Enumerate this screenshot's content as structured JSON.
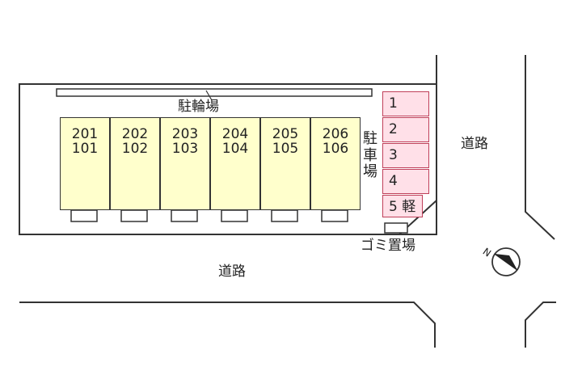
{
  "labels": {
    "bicycle_parking": "駐輪場",
    "parking_vertical": [
      "駐",
      "車",
      "場"
    ],
    "road_right": "道路",
    "road_bottom": "道路",
    "garbage": "ゴミ置場"
  },
  "units": [
    {
      "upper": "201",
      "lower": "101"
    },
    {
      "upper": "202",
      "lower": "102"
    },
    {
      "upper": "203",
      "lower": "103"
    },
    {
      "upper": "204",
      "lower": "104"
    },
    {
      "upper": "205",
      "lower": "105"
    },
    {
      "upper": "206",
      "lower": "106"
    }
  ],
  "parking_spaces": [
    {
      "label": "1"
    },
    {
      "label": "2"
    },
    {
      "label": "3"
    },
    {
      "label": "4"
    },
    {
      "label": "5 軽"
    }
  ],
  "compass": {
    "north_label": "N"
  },
  "colors": {
    "unit_fill": "#ffffcc",
    "parking_fill": "#ffe0e8",
    "parking_stroke": "#c0405a",
    "line": "#333333"
  }
}
